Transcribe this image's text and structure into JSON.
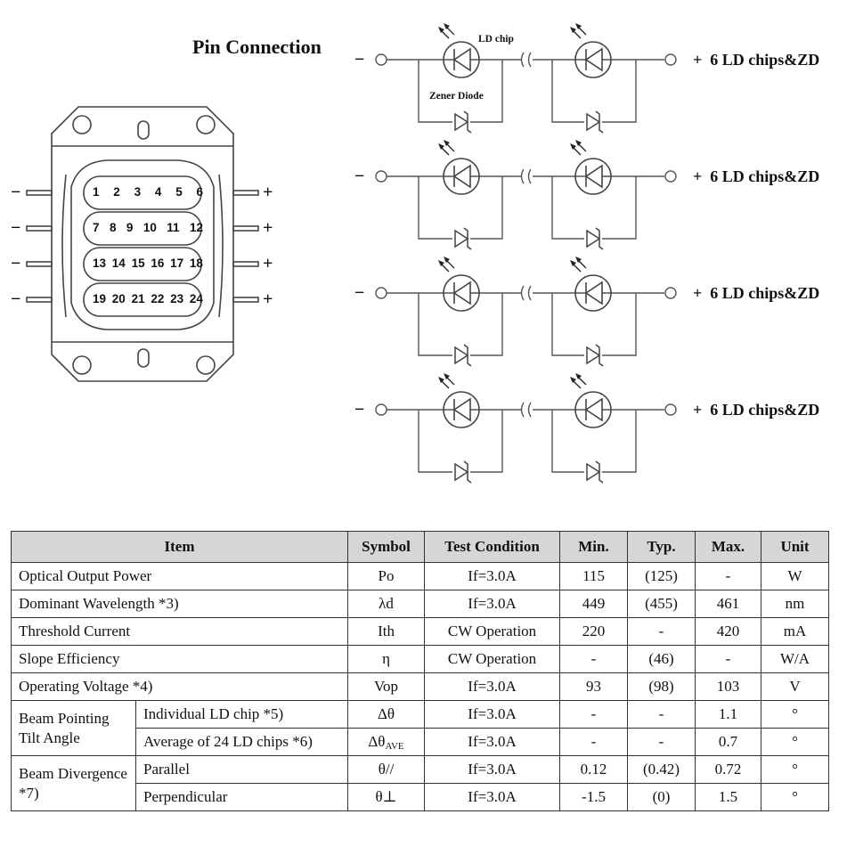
{
  "title": "Pin Connection",
  "package": {
    "pin_rows": [
      [
        "1",
        "2",
        "3",
        "4",
        "5",
        "6"
      ],
      [
        "7",
        "8",
        "9",
        "10",
        "11",
        "12"
      ],
      [
        "13",
        "14",
        "15",
        "16",
        "17",
        "18"
      ],
      [
        "19",
        "20",
        "21",
        "22",
        "23",
        "24"
      ]
    ],
    "minus_symbol": "−",
    "plus_symbol": "+"
  },
  "circuit": {
    "ld_chip_label": "LD chip",
    "zener_label": "Zener Diode",
    "row_label": "6 LD chips&ZD",
    "minus_symbol": "−",
    "plus_symbol": "+"
  },
  "table": {
    "headers": [
      "Item",
      "Symbol",
      "Test Condition",
      "Min.",
      "Typ.",
      "Max.",
      "Unit"
    ],
    "rows": [
      {
        "item": "Optical Output Power",
        "symbol": "Po",
        "cond": "If=3.0A",
        "min": "115",
        "typ": "(125)",
        "max": "-",
        "unit": "W"
      },
      {
        "item": "Dominant Wavelength *3)",
        "symbol": "λd",
        "cond": "If=3.0A",
        "min": "449",
        "typ": "(455)",
        "max": "461",
        "unit": "nm"
      },
      {
        "item": "Threshold Current",
        "symbol": "Ith",
        "cond": "CW Operation",
        "min": "220",
        "typ": "-",
        "max": "420",
        "unit": "mA"
      },
      {
        "item": "Slope Efficiency",
        "symbol": "η",
        "cond": "CW Operation",
        "min": "-",
        "typ": "(46)",
        "max": "-",
        "unit": "W/A"
      },
      {
        "item": "Operating Voltage *4)",
        "symbol": "Vop",
        "cond": "If=3.0A",
        "min": "93",
        "typ": "(98)",
        "max": "103",
        "unit": "V"
      }
    ],
    "tilt": {
      "group": "Beam Pointing Tilt Angle",
      "rows": [
        {
          "sub": "Individual LD chip *5)",
          "symbol": "Δθ",
          "symbol_sub": "",
          "cond": "If=3.0A",
          "min": "-",
          "typ": "-",
          "max": "1.1",
          "unit": "°"
        },
        {
          "sub": "Average of 24 LD chips *6)",
          "symbol": "Δθ",
          "symbol_sub": "AVE",
          "cond": "If=3.0A",
          "min": "-",
          "typ": "-",
          "max": "0.7",
          "unit": "°"
        }
      ]
    },
    "divergence": {
      "group": "Beam Divergence *7)",
      "rows": [
        {
          "sub": "Parallel",
          "symbol": "θ//",
          "cond": "If=3.0A",
          "min": "0.12",
          "typ": "(0.42)",
          "max": "0.72",
          "unit": "°"
        },
        {
          "sub": "Perpendicular",
          "symbol": "θ⊥",
          "cond": "If=3.0A",
          "min": "-1.5",
          "typ": "(0)",
          "max": "1.5",
          "unit": "°"
        }
      ]
    }
  }
}
